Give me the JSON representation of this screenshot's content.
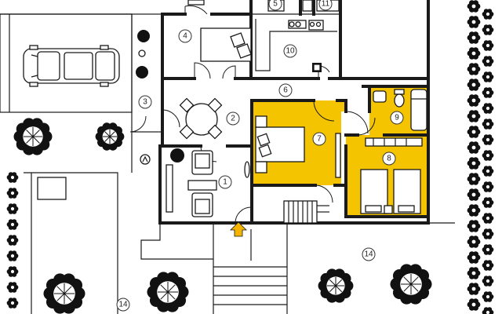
{
  "colors": {
    "highlight": "#f5c400",
    "wall": "#1a1a1a",
    "entrance_arrow": "#f5b400",
    "background": "#ffffff"
  },
  "rooms": [
    {
      "number": "1"
    },
    {
      "number": "2"
    },
    {
      "number": "3"
    },
    {
      "number": "4"
    },
    {
      "number": "5"
    },
    {
      "number": "6"
    },
    {
      "number": "7"
    },
    {
      "number": "8"
    },
    {
      "number": "9"
    },
    {
      "number": "10"
    },
    {
      "number": "11"
    },
    {
      "number": "14"
    },
    {
      "number": "14"
    }
  ],
  "icons": [
    "car-icon",
    "tree-icon",
    "entrance-arrow-icon",
    "sofa-icon",
    "bed-icon",
    "toilet-icon",
    "bathtub-icon",
    "stove-icon",
    "staircase-icon"
  ]
}
